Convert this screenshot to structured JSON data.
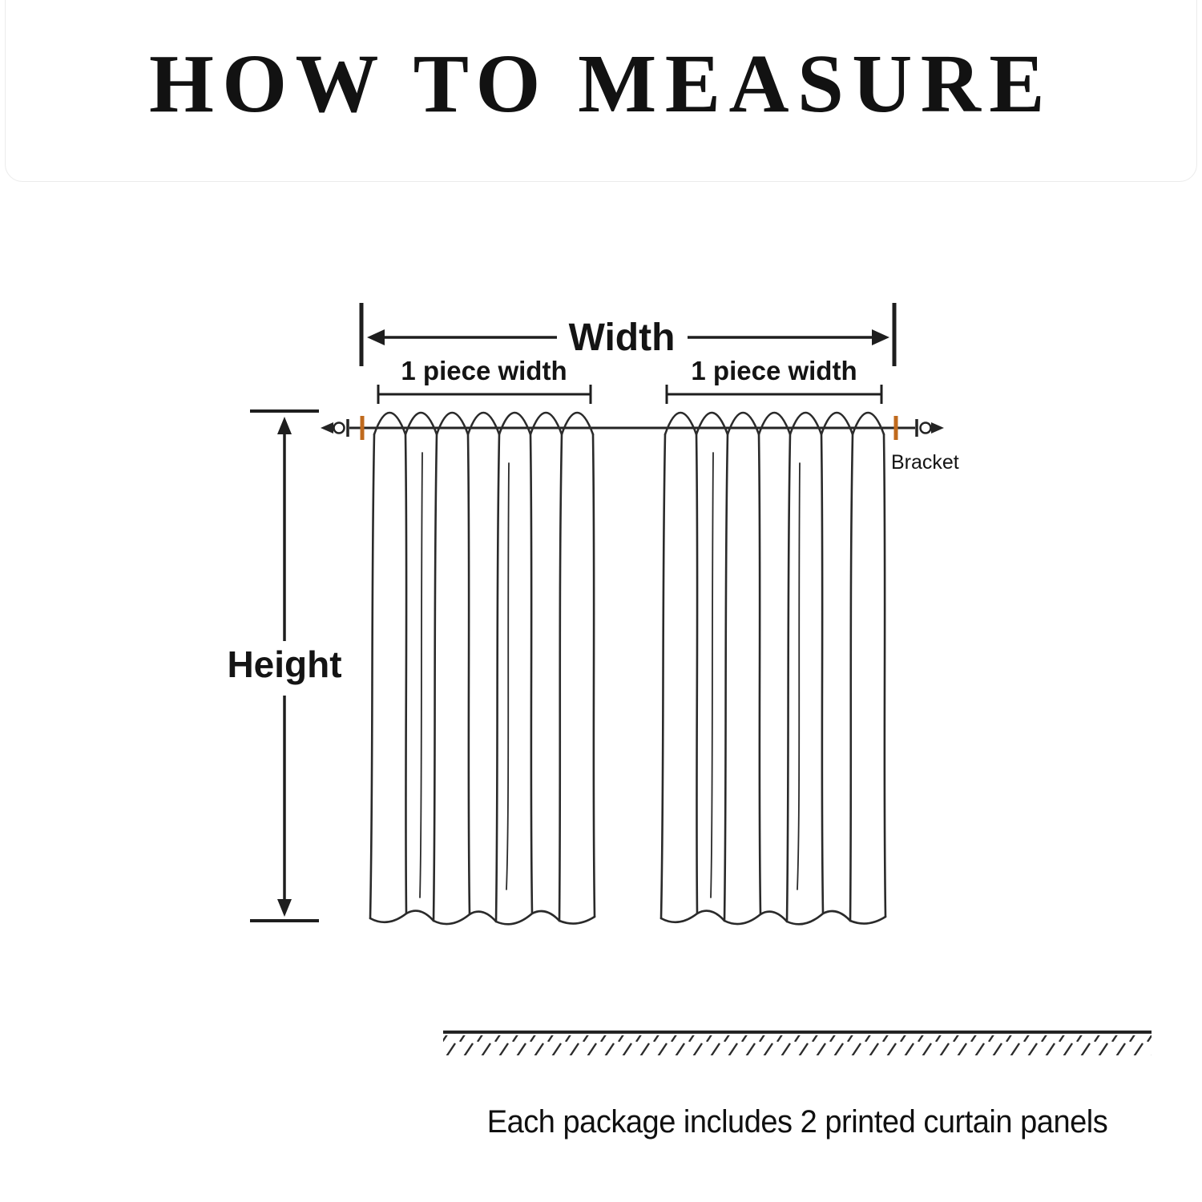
{
  "page": {
    "title": "HOW TO MEASURE",
    "footer_note": "Each package includes 2 printed curtain panels"
  },
  "diagram": {
    "labels": {
      "width": "Width",
      "piece_width_left": "1 piece width",
      "piece_width_right": "1 piece width",
      "height": "Height",
      "bracket": "Bracket"
    },
    "colors": {
      "line": "#1e1e1e",
      "bracket_mark": "#c06a1d"
    }
  }
}
